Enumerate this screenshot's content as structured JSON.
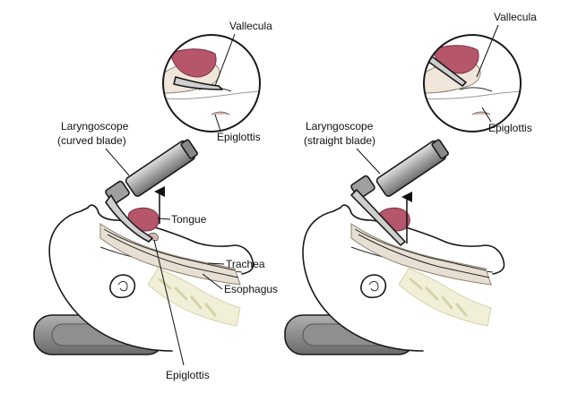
{
  "colors": {
    "airway": "#e2d8cc",
    "tongue": "#b5566a",
    "tongue_dark": "#9c4457",
    "pillow": "#7d7d7d",
    "pillow_light": "#a9a9a9",
    "spine": "#ecebd2",
    "handle": "#9a9a9a",
    "handle_light": "#cfcfcf"
  },
  "panels": [
    {
      "id": "curved",
      "instrument_label_line1": "Laryngoscope",
      "instrument_label_line2": "(curved blade)",
      "inset_label_top": "Vallecula",
      "inset_label_bottom": "Epiglottis"
    },
    {
      "id": "straight",
      "instrument_label_line1": "Laryngoscope",
      "instrument_label_line2": "(straight blade)",
      "inset_label_top": "Vallecula",
      "inset_label_bottom": "Epiglottis"
    }
  ],
  "anatomy_labels": {
    "tongue": "Tongue",
    "trachea": "Trachea",
    "esophagus": "Esophagus",
    "epiglottis_bottom": "Epiglottis"
  },
  "icons": {
    "arrow": "upward-arrow-icon"
  }
}
